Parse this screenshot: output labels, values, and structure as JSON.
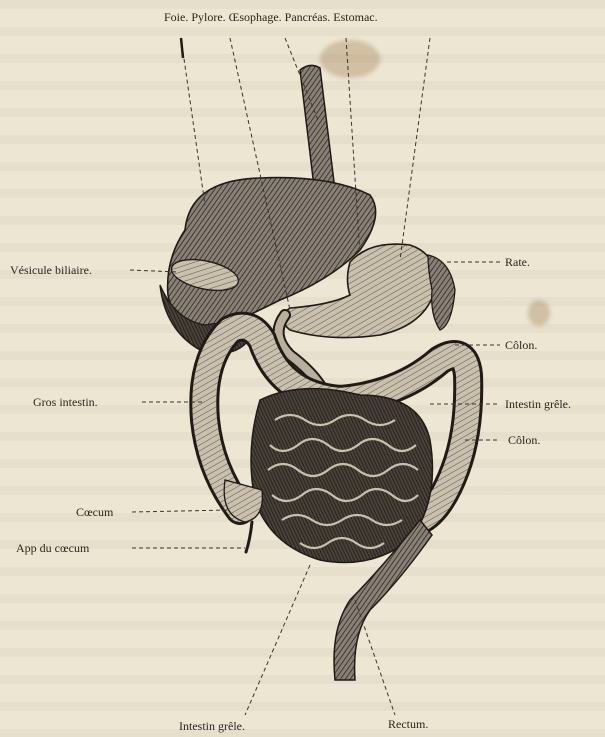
{
  "diagram": {
    "top_label": "Foie. Pylore. Œsophage. Pancréas. Estomac.",
    "left_labels": {
      "vesicule": "Vésicule biliaire.",
      "gros_intestin": "Gros intestin.",
      "coecum": "Cœcum",
      "appendice": "App du cœcum"
    },
    "right_labels": {
      "rate": "Rate.",
      "colon_1": "Côlon.",
      "intestin_grele": "Intestin grêle.",
      "colon_2": "Côlon."
    },
    "bottom_labels": {
      "intestin_grele": "Intestin grêle.",
      "rectum": "Rectum."
    }
  }
}
